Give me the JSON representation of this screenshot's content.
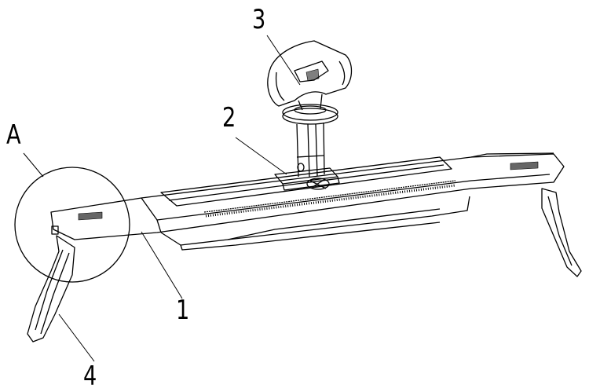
{
  "labels": {
    "part_1": "1",
    "part_2": "2",
    "part_3": "3",
    "part_4": "4",
    "detail_a": "A"
  }
}
